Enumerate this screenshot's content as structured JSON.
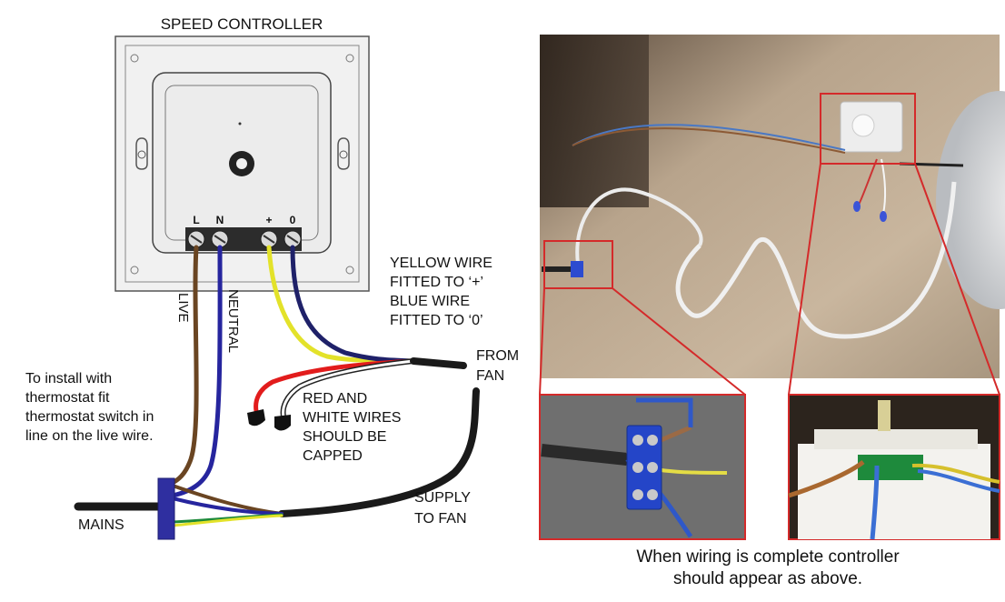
{
  "diagram": {
    "title": "SPEED CONTROLLER",
    "terminals": [
      "L",
      "N",
      "+",
      "0"
    ],
    "wire_labels": {
      "live": "LIVE",
      "neutral": "NEUTRAL"
    },
    "notes": {
      "yellow_blue": [
        "YELLOW WIRE",
        "FITTED TO ‘+’",
        "BLUE WIRE",
        "FITTED TO ‘0’"
      ],
      "from_fan": [
        "FROM",
        "FAN"
      ],
      "red_white": [
        "RED AND",
        "WHITE WIRES",
        "SHOULD BE",
        "CAPPED"
      ],
      "thermostat": [
        "To install with",
        "thermostat fit",
        "thermostat switch in",
        "line on the live wire."
      ],
      "mains": "MAINS",
      "supply": [
        "SUPPLY",
        "TO FAN"
      ]
    }
  },
  "photo": {
    "caption": [
      "When wiring is complete controller",
      "should appear as above."
    ],
    "highlight_color": "#d42a2a"
  }
}
